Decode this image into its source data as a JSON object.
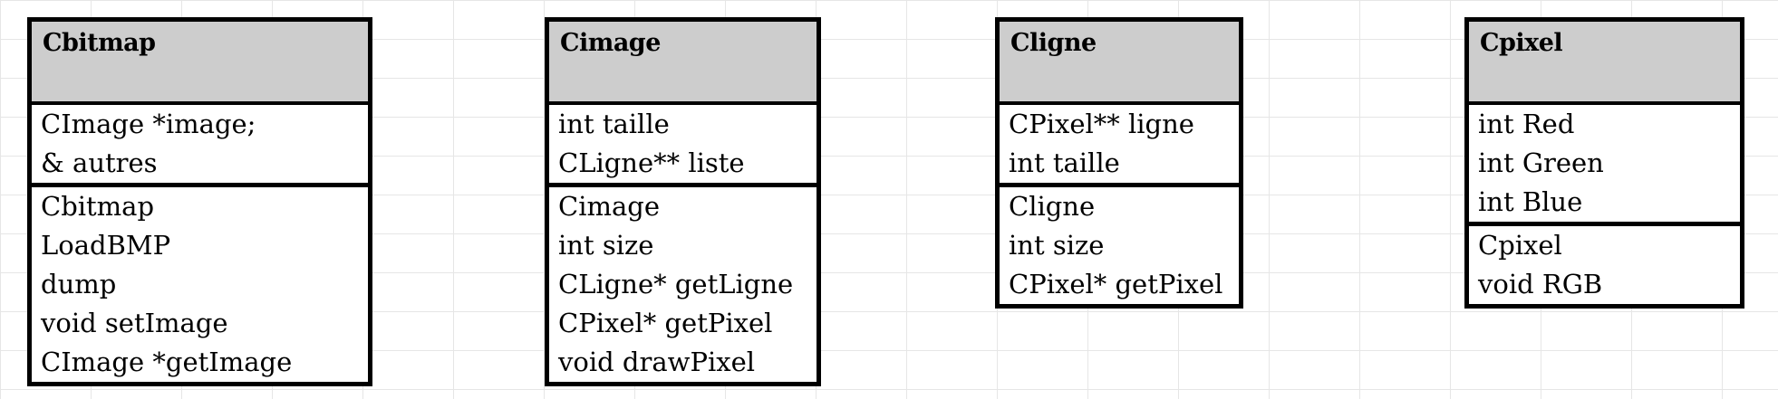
{
  "classes": [
    {
      "name": "Cbitmap",
      "attributes": [
        "CImage *image;",
        "& autres"
      ],
      "methods": [
        "Cbitmap",
        "LoadBMP",
        "dump",
        "void setImage",
        "CImage *getImage"
      ]
    },
    {
      "name": "Cimage",
      "attributes": [
        "int taille",
        "CLigne** liste"
      ],
      "methods": [
        "Cimage",
        "int size",
        "CLigne* getLigne",
        "CPixel* getPixel",
        "void drawPixel"
      ]
    },
    {
      "name": "Cligne",
      "attributes": [
        "CPixel** ligne",
        "int taille"
      ],
      "methods": [
        "Cligne",
        "int size",
        "CPixel* getPixel"
      ]
    },
    {
      "name": "Cpixel",
      "attributes": [
        "int Red",
        "int Green",
        "int Blue"
      ],
      "methods": [
        "Cpixel",
        "void RGB"
      ]
    }
  ]
}
